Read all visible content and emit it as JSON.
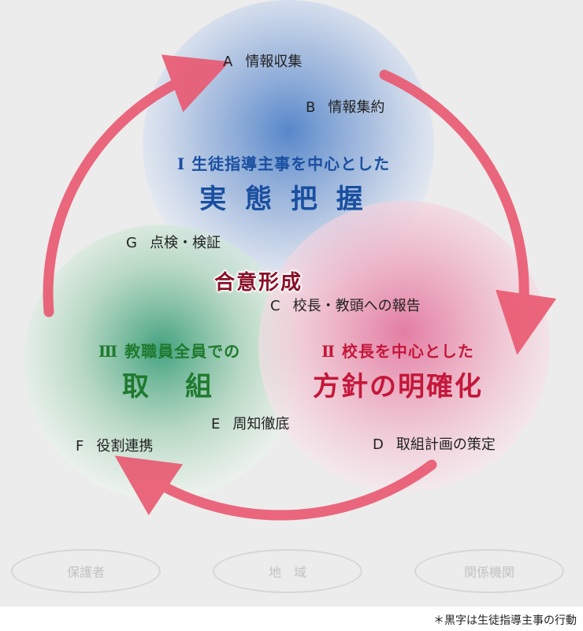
{
  "circles": {
    "top": {
      "roman": "Ⅰ",
      "subtitle": "生徒指導主事を中心とした",
      "title": "実 態 把 握",
      "color": "#1a4fa0"
    },
    "right": {
      "roman": "Ⅱ",
      "subtitle": "校長を中心とした",
      "title": "方針の明確化",
      "color": "#c4173a"
    },
    "left": {
      "roman": "Ⅲ",
      "subtitle": "教職員全員での",
      "title": "取　組",
      "color": "#1f7a2e"
    }
  },
  "center_label": "合意形成",
  "steps": [
    {
      "key": "A",
      "text": "情報収集"
    },
    {
      "key": "B",
      "text": "情報集約"
    },
    {
      "key": "C",
      "text": "校長・教頭への報告"
    },
    {
      "key": "D",
      "text": "取組計画の策定"
    },
    {
      "key": "E",
      "text": "周知徹底"
    },
    {
      "key": "F",
      "text": "役割連携"
    },
    {
      "key": "G",
      "text": "点検・検証"
    }
  ],
  "stakeholders": [
    "保護者",
    "地　域",
    "関係機関"
  ],
  "footnote": "＊黒字は生徒指導主事の行動",
  "colors": {
    "arrow": "#ea5870",
    "panel": "#ececec"
  }
}
